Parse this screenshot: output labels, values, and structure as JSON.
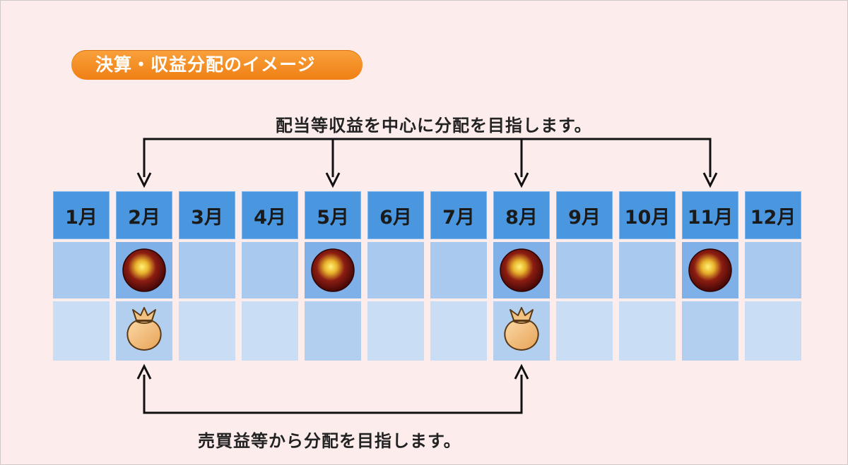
{
  "title": "決算・収益分配のイメージ",
  "caption_top": "配当等収益を中心に分配を目指します。",
  "caption_bottom": "売買益等から分配を目指します。",
  "months": [
    "1月",
    "2月",
    "3月",
    "4月",
    "5月",
    "6月",
    "7月",
    "8月",
    "9月",
    "10月",
    "11月",
    "12月"
  ],
  "income_months": [
    "2月",
    "5月",
    "8月",
    "11月"
  ],
  "gain_months": [
    "2月",
    "8月"
  ],
  "colors": {
    "background": "#fcecec",
    "title_pill": "#ef7f14",
    "header": "#4a97e0",
    "income_row": "#a9c9ef",
    "gain_row": "#c9ddf4",
    "coin": "#5a0a0a",
    "bag": "#eeb36a"
  },
  "icons": {
    "income": "coin-icon",
    "gain": "money-bag-icon"
  }
}
